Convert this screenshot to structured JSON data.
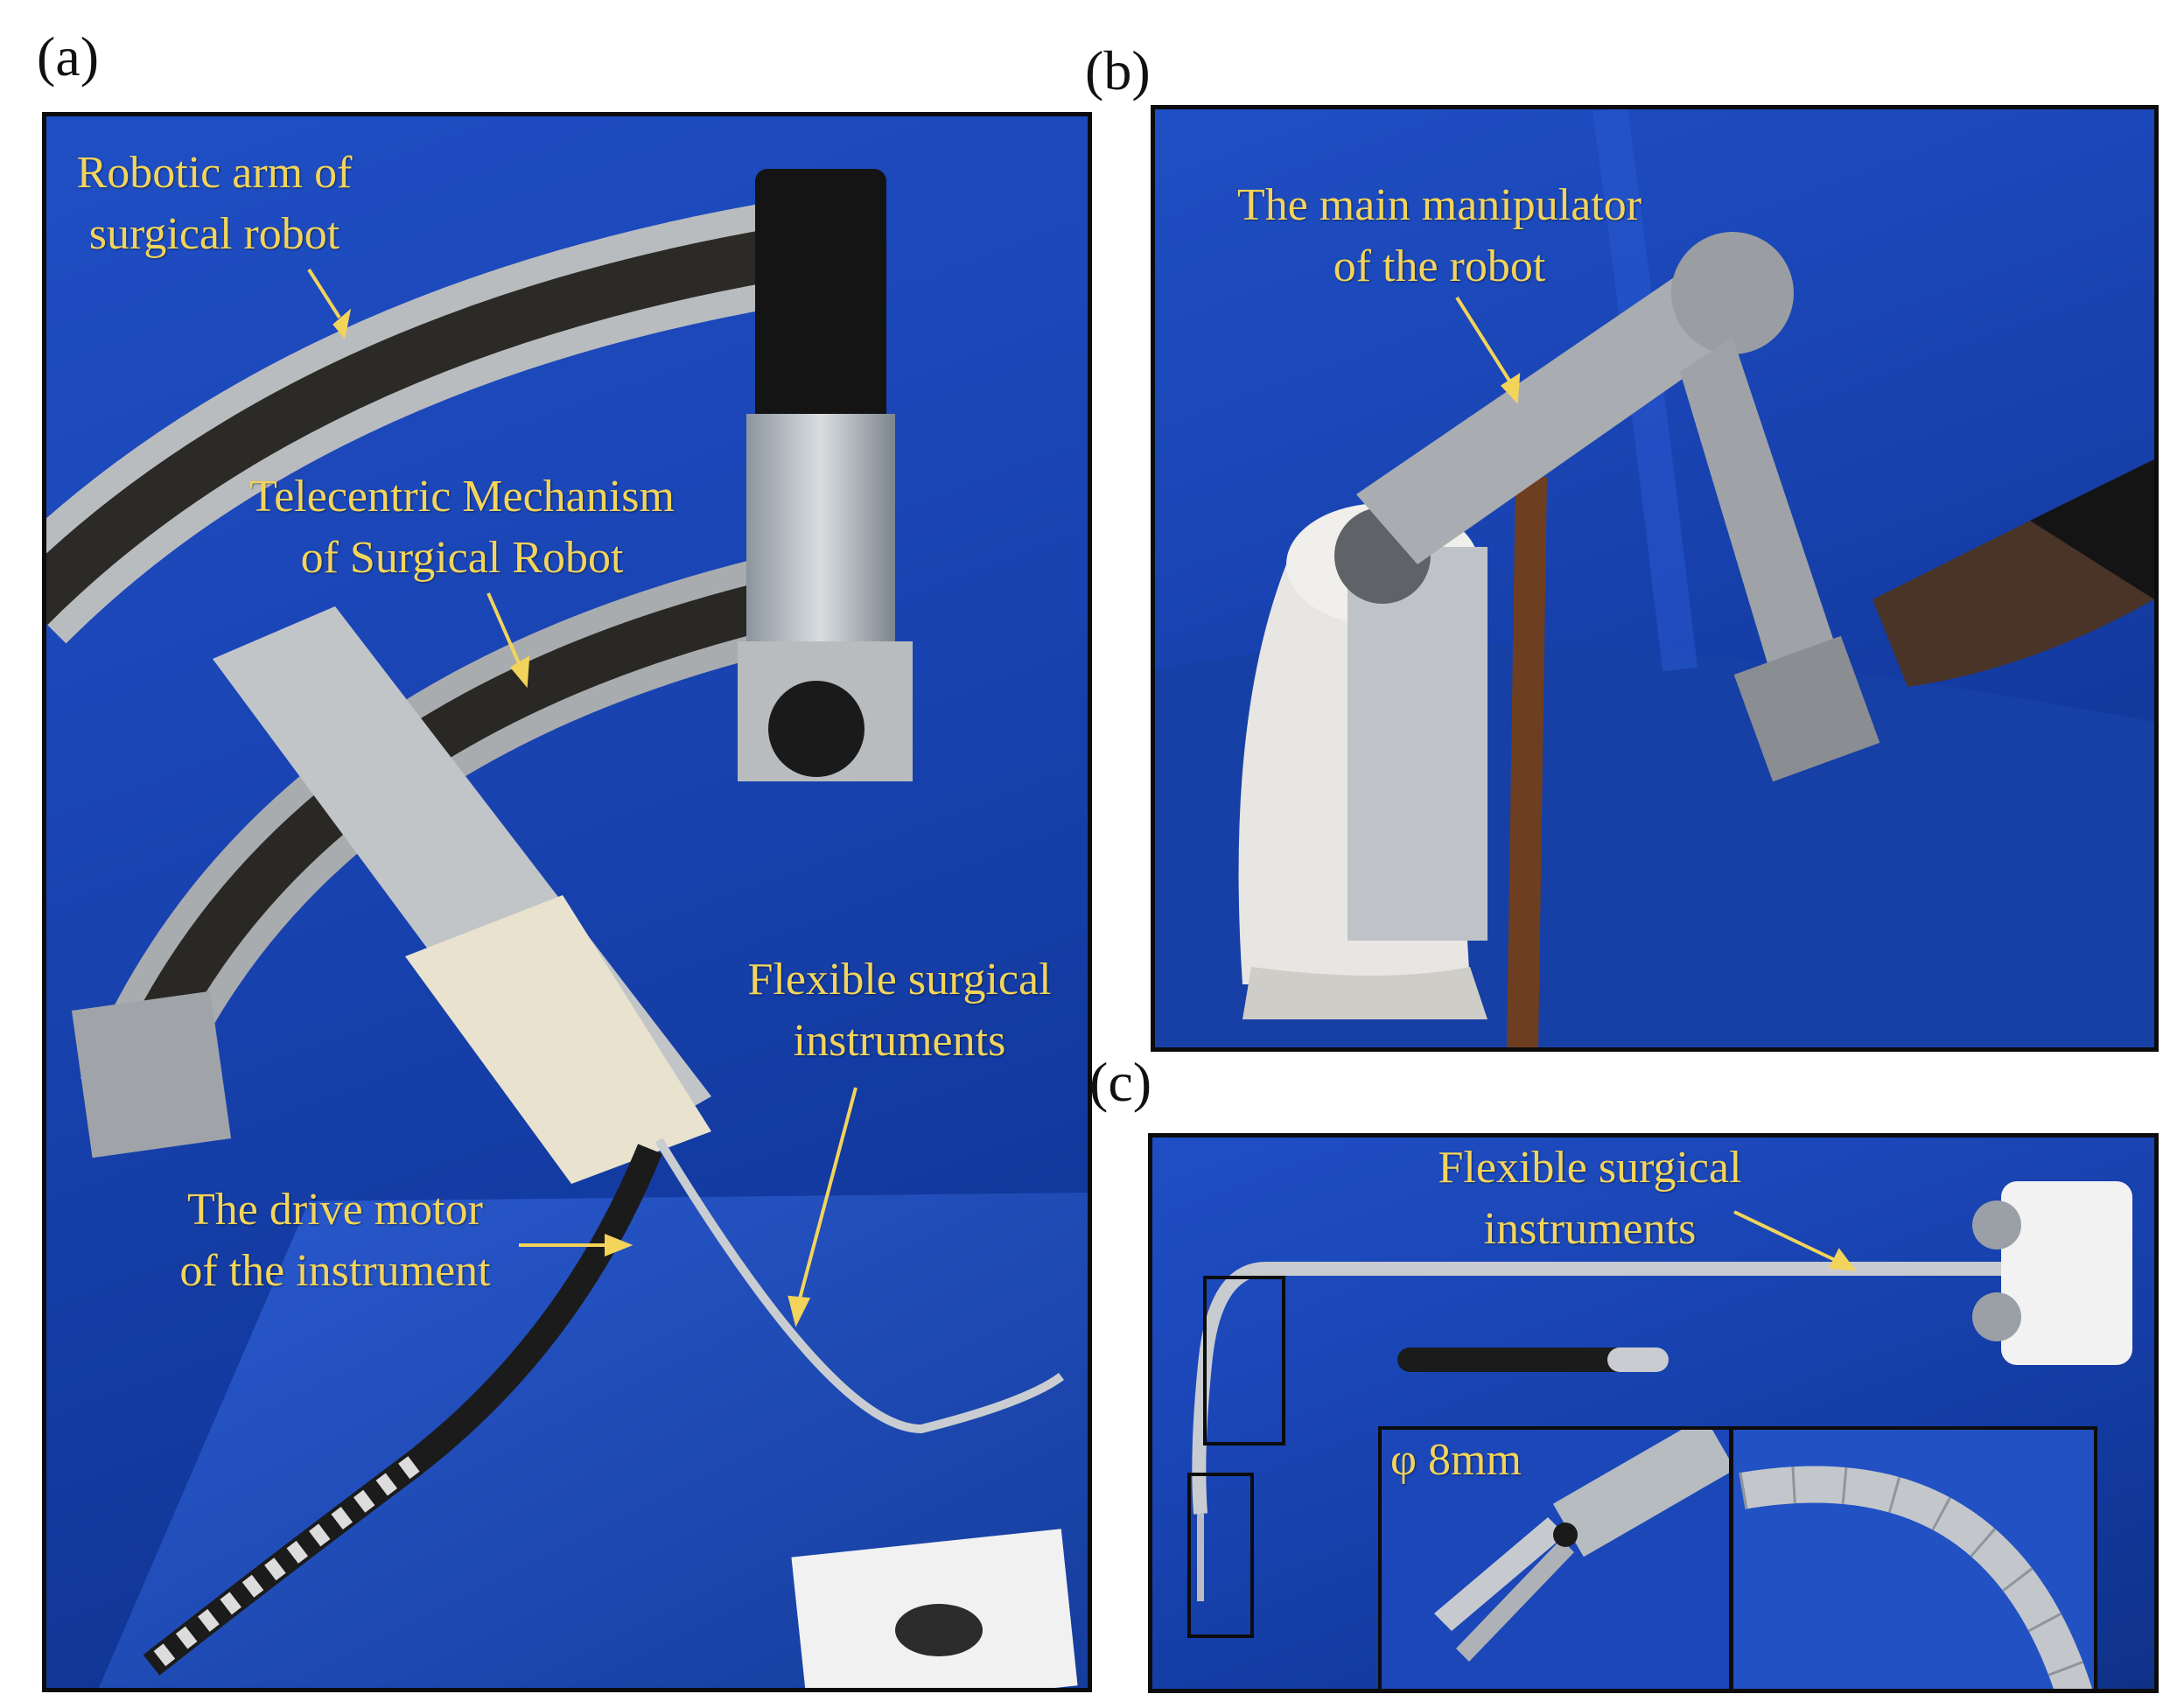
{
  "panels": {
    "a": {
      "letter": "(a)",
      "labels": {
        "robotic_arm": [
          "Robotic arm of",
          "surgical robot"
        ],
        "telecentric": [
          "Telecentric Mechanism",
          "of Surgical Robot"
        ],
        "flexible": [
          "Flexible surgical",
          "instruments"
        ],
        "drive_motor": [
          "The drive motor",
          "of the instrument"
        ]
      }
    },
    "b": {
      "letter": "(b)",
      "labels": {
        "main_manipulator": [
          "The main manipulator",
          "of the robot"
        ]
      }
    },
    "c": {
      "letter": "(c)",
      "labels": {
        "flexible": [
          "Flexible surgical",
          "instruments"
        ],
        "diameter": "φ 8mm"
      }
    }
  },
  "colors": {
    "annotation": "#f3d45a",
    "backdrop_blue": "#1a45b5",
    "frame": "#0c0c0c"
  }
}
